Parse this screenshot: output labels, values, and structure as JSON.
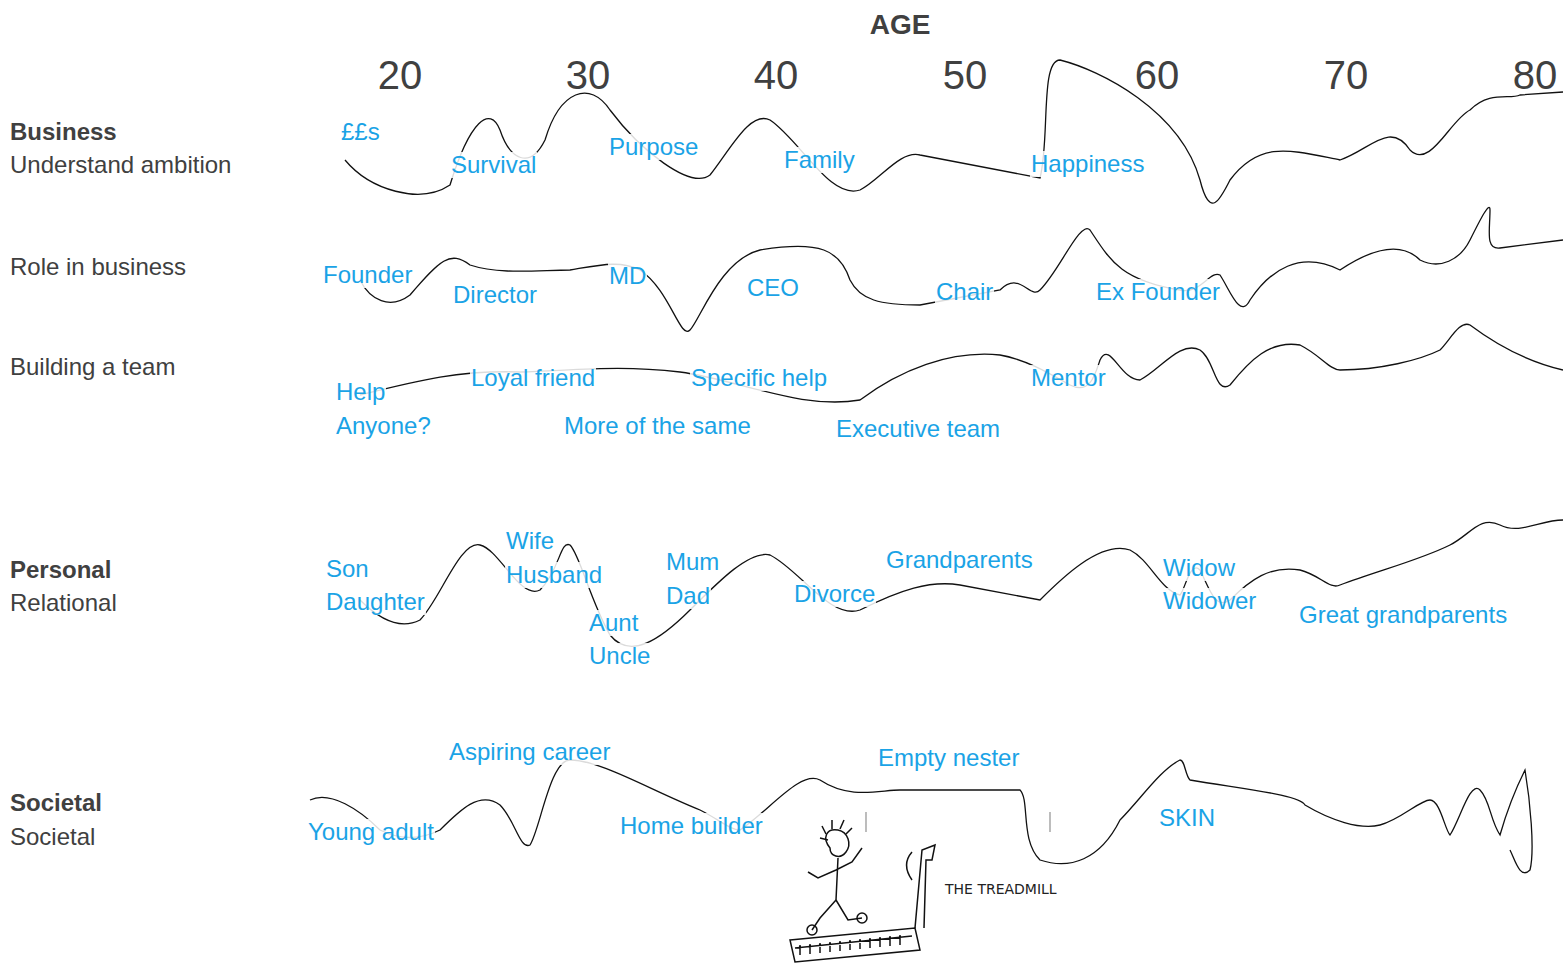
{
  "diagram": {
    "title": "AGE",
    "labels": [
      "20",
      "30",
      "40",
      "50",
      "60",
      "70",
      "80",
      "Business",
      "Understand ambition",
      "Role in business",
      "Building a team",
      "Personal",
      "Relational",
      "Societal",
      "Societal",
      "££s",
      "Survival",
      "Purpose",
      "Family",
      "Happiness",
      "Founder",
      "Director",
      "MD",
      "CEO",
      "Chair",
      "Ex Founder",
      "Help",
      "Anyone?",
      "Loyal friend",
      "Specific help",
      "Mentor",
      "More of the same",
      "Executive team",
      "Son",
      "Daughter",
      "Wife",
      "Husband",
      "Mum",
      "Dad",
      "Aunt",
      "Uncle",
      "Divorce",
      "Grandparents",
      "Widow",
      "Widower",
      "Great grandparents",
      "Aspiring career",
      "Empty nester",
      "Young adult",
      "Home builder",
      "SKIN",
      "THE TREADMILL"
    ]
  }
}
